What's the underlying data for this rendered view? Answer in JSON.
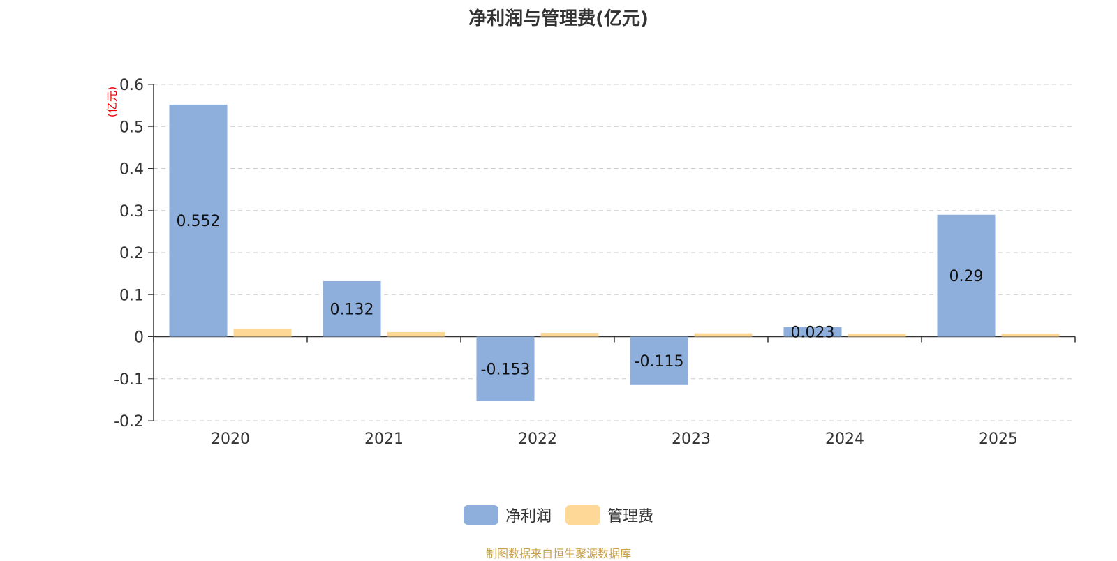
{
  "chart_data": {
    "type": "bar",
    "title": "净利润与管理费(亿元)",
    "ylabel": "(亿元)",
    "categories": [
      "2020",
      "2021",
      "2022",
      "2023",
      "2024",
      "2025"
    ],
    "series": [
      {
        "name": "净利润",
        "values": [
          0.552,
          0.132,
          -0.153,
          -0.115,
          0.023,
          0.29
        ],
        "color": "#8eaedb"
      },
      {
        "name": "管理费",
        "values": [
          0.018,
          0.011,
          0.009,
          0.008,
          0.007,
          0.007
        ],
        "color": "#fdd897"
      }
    ],
    "ylim": [
      -0.2,
      0.6
    ],
    "yticks": [
      "-0.2",
      "-0.1",
      "0",
      "0.1",
      "0.2",
      "0.3",
      "0.4",
      "0.5",
      "0.6"
    ],
    "data_labels": [
      "0.552",
      "0.132",
      "-0.153",
      "-0.115",
      "0.023",
      "0.29"
    ],
    "grid": true,
    "legend_position": "bottom-center"
  },
  "source": "制图数据来自恒生聚源数据库",
  "colors": {
    "axis": "#333333",
    "grid": "#cccccc",
    "ylabel": "#e60000",
    "source": "#c8a14a"
  }
}
